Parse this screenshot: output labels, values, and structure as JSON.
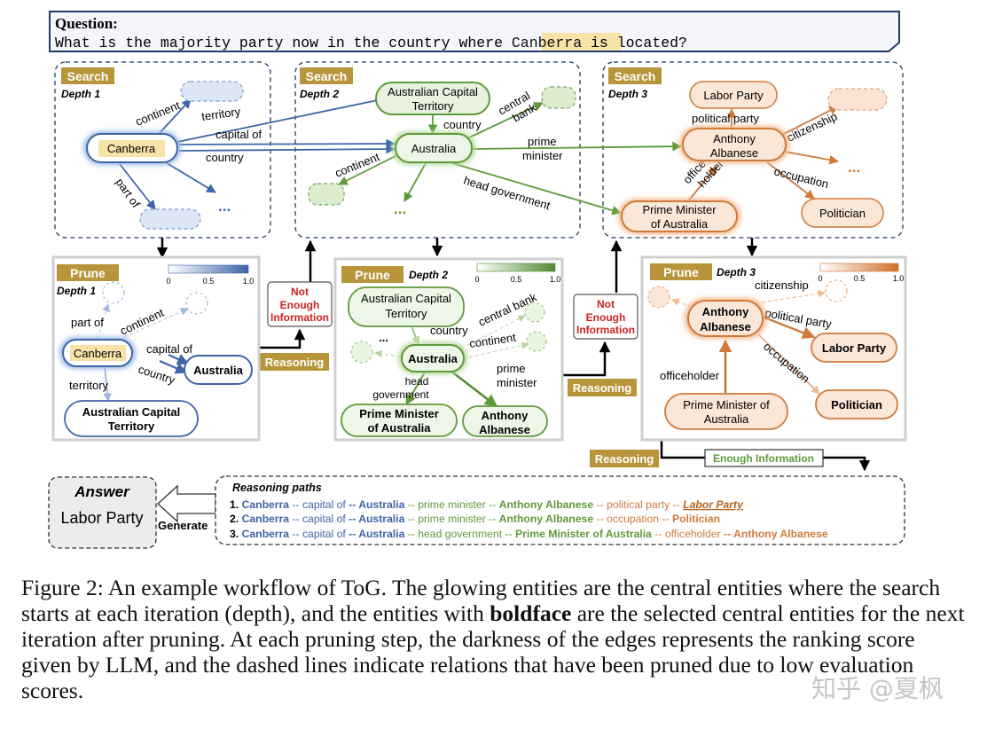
{
  "question": {
    "label": "Question:",
    "prefix": "What is the majority party now in the country where ",
    "entity": "Canberra",
    "suffix": " is located?"
  },
  "tags": {
    "search": "Search",
    "prune": "Prune",
    "reasoning": "Reasoning"
  },
  "depths": {
    "d1": "Depth 1",
    "d2": "Depth 2",
    "d3": "Depth 3"
  },
  "scale": {
    "min": "0",
    "mid": "0.5",
    "max": "1.0"
  },
  "ellipsis": "...",
  "not_enough": [
    "Not",
    "Enough",
    "Information"
  ],
  "enough": "Enough Information",
  "answer": {
    "title": "Answer",
    "value": "Labor Party",
    "generate": "Generate"
  },
  "colors": {
    "blue": "#3d65a8",
    "green": "#5e9a3b",
    "orange": "#d07a3c",
    "gold": "#b8953b",
    "red": "#cc2222",
    "navy": "#1f3a66"
  },
  "search1": {
    "canberra": "Canberra",
    "edges": {
      "continent": "continent",
      "territory": "territory",
      "capital_of": "capital of",
      "country": "country",
      "part_of": "part of"
    }
  },
  "search2": {
    "act": [
      "Australian Capital",
      "Territory"
    ],
    "australia": "Australia",
    "edges": {
      "country": "country",
      "central_bank": [
        "central",
        "bank"
      ],
      "prime_minister": [
        "prime",
        "minister"
      ],
      "continent": "continent",
      "head_government": "head government"
    }
  },
  "search3": {
    "labor": "Labor Party",
    "albanese": [
      "Anthony",
      "Albanese"
    ],
    "pm": [
      "Prime Minister",
      "of Australia"
    ],
    "politician": "Politician",
    "edges": {
      "political_party": "political  party",
      "citizenship": "citizenship",
      "officeholder": [
        "office-",
        "holder"
      ],
      "occupation": "occupation"
    }
  },
  "prune1": {
    "canberra": "Canberra",
    "australia": "Australia",
    "act": [
      "Australian Capital",
      "Territory"
    ],
    "edges": {
      "part_of": "part of",
      "continent": "continent",
      "capital_of": "capital of",
      "country": "country",
      "territory": "territory"
    }
  },
  "prune2": {
    "act": [
      "Australian Capital",
      "Territory"
    ],
    "australia": "Australia",
    "pm": [
      "Prime Minister",
      "of Australia"
    ],
    "albanese": [
      "Anthony",
      "Albanese"
    ],
    "edges": {
      "country": "country",
      "central_bank": "central bank",
      "continent": "continent",
      "head_government": [
        "head",
        "government"
      ],
      "prime_minister": [
        "prime",
        "minister"
      ]
    }
  },
  "prune3": {
    "albanese": [
      "Anthony",
      "Albanese"
    ],
    "labor": "Labor Party",
    "politician": "Politician",
    "pm": [
      "Prime Minister of",
      "Australia"
    ],
    "edges": {
      "citizenship": "citizenship",
      "political_party": "political party",
      "occupation": "occupation",
      "officeholder": "officeholder"
    }
  },
  "paths": {
    "title": "Reasoning paths",
    "p1": {
      "num": "1. ",
      "e1": "Canberra",
      "r1": " -- capital of ",
      "e2": "-- Australia",
      "r2": " -- prime minister -- ",
      "e3": "Anthony Albanese",
      "r3": " -- political party -- ",
      "e4": "Labor Party"
    },
    "p2": {
      "num": "2. ",
      "e1": "Canberra",
      "r1": " -- capital of ",
      "e2": "-- Australia",
      "r2": " -- prime minister -- ",
      "e3": "Anthony Albanese",
      "r3": " -- occupation -- ",
      "e4": "Politician"
    },
    "p3": {
      "num": "3. ",
      "e1": "Canberra",
      "r1": " -- capital of ",
      "e2": "-- Australia",
      "r2": " -- head government -- ",
      "e3": "Prime Minister of Australia",
      "r3": " -- officeholder ",
      "e4": "-- Anthony Albanese"
    }
  },
  "caption": {
    "part1": "Figure 2:  An example workflow of ToG. The glowing entities are the central entities where the search starts at each iteration (depth), and the entities with ",
    "bold": "boldface",
    "part2": " are the selected central entities for the next iteration after pruning. At each pruning step, the darkness of the edges represents the ranking score given by LLM, and the dashed lines indicate relations that have been pruned due to low evaluation scores."
  },
  "watermark": "知乎 @夏枫"
}
